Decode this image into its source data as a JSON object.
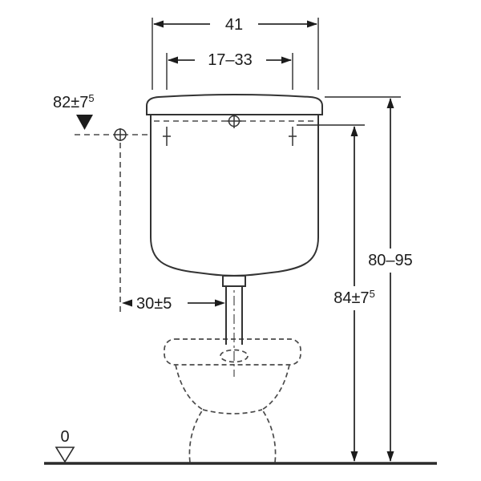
{
  "diagram": {
    "title": "cistern-installation-dimension-drawing",
    "labels": {
      "cistern_width": "41",
      "fixing_hole_spacing": "17–33",
      "supply_height": "82±7",
      "supply_height_sup": "5",
      "supply_offset": "30±5",
      "install_height_range": "80–95",
      "fixing_height": "84±7",
      "fixing_height_sup": "5",
      "floor_datum": "0"
    },
    "colors": {
      "line": "#333333",
      "dimension": "#2b2b2b",
      "background": "#ffffff"
    }
  }
}
